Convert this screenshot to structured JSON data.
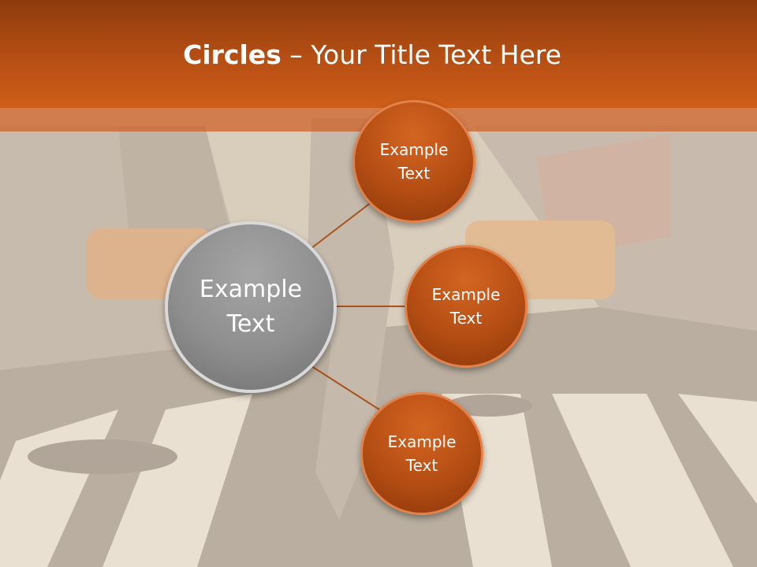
{
  "slide": {
    "title_bold": "Circles",
    "title_rest": " – Your Title Text Here",
    "center_circle": {
      "label": "Example\nText"
    },
    "satellites": [
      {
        "label": "Example\nText"
      },
      {
        "label": "Example\nText"
      },
      {
        "label": "Example\nText"
      }
    ]
  },
  "colors": {
    "title_band": "#b64f14",
    "satellite_fill": "#b44d13",
    "center_fill": "#8e8e8e",
    "connector": "#a8521e"
  }
}
